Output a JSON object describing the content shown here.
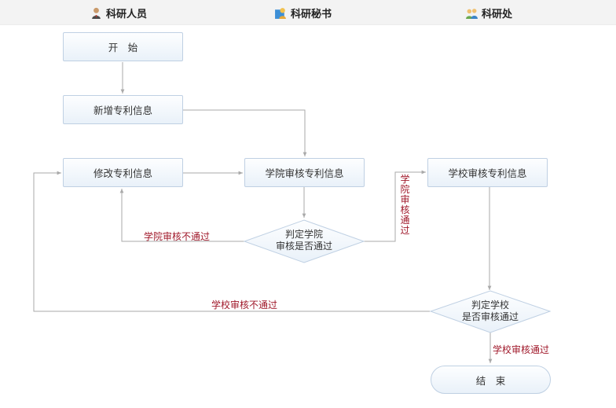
{
  "lanes": [
    {
      "label": "科研人员",
      "icon": "researcher-icon"
    },
    {
      "label": "科研秘书",
      "icon": "secretary-icon"
    },
    {
      "label": "科研处",
      "icon": "research-office-icon"
    }
  ],
  "nodes": {
    "start": "开　始",
    "add": "新增专利信息",
    "modify": "修改专利信息",
    "college_review": "学院审核专利信息",
    "school_review": "学校审核专利信息",
    "end": "结　束"
  },
  "decisions": {
    "college_line1": "判定学院",
    "college_line2": "审核是否通过",
    "school_line1": "判定学校",
    "school_line2": "是否审核通过"
  },
  "edge_labels": {
    "college_fail": "学院审核不通过",
    "college_pass": "学院审核通过",
    "school_fail": "学校审核不通过",
    "school_pass": "学校审核通过"
  },
  "colors": {
    "accent_red": "#a0182a",
    "node_border": "#bfd0e3",
    "connector": "#a9a9a9"
  }
}
